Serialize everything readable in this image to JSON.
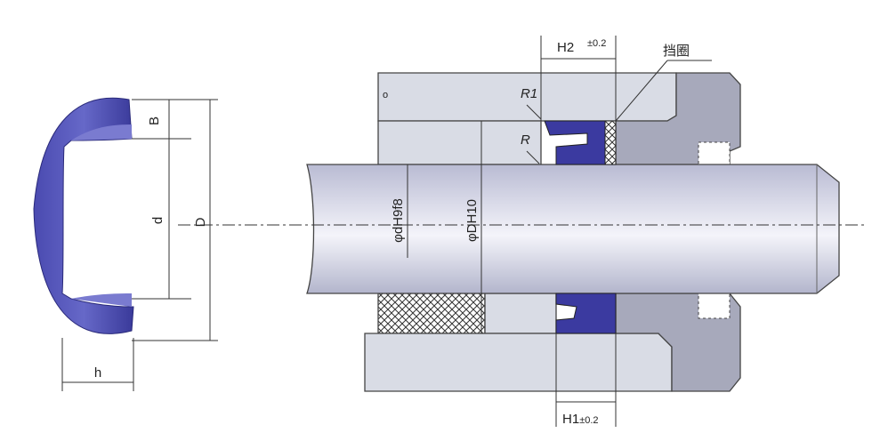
{
  "labels": {
    "B": "B",
    "d": "d",
    "D": "D",
    "h": "h",
    "H2": "H2",
    "H2_tol": "±0.2",
    "backup_ring": "挡圈",
    "R1": "R1",
    "R": "R",
    "rod_dia": "φdH9f8",
    "bore_dia": "φDH10",
    "H1": "H1",
    "H1_tol": "±0.2",
    "circle_mark": "o"
  },
  "colors": {
    "seal": "#3b3aa0",
    "housing_light": "#d9dce5",
    "housing_dark": "#a7a9bb",
    "rod": "#c9cbe0"
  }
}
